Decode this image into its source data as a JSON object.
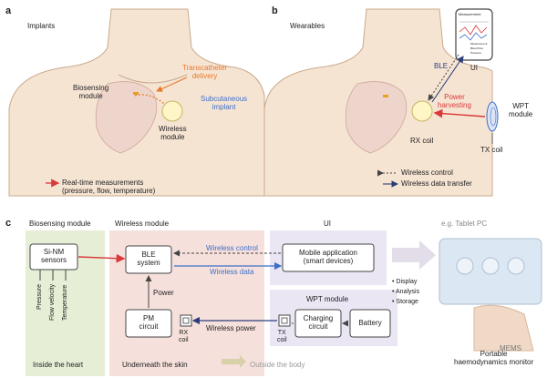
{
  "panel_a": {
    "letter": "a",
    "title": "Implants",
    "biosensing_module": "Biosensing\nmodule",
    "transcatheter_delivery": "Transcatheter\ndelivery",
    "subcutaneous_implant": "Subcutaneous\nimplant",
    "wireless_module": "Wireless\nmodule",
    "realtime_measurements": "Real-time measurements\n(pressure, flow, temperature)"
  },
  "panel_b": {
    "letter": "b",
    "title": "Wearables",
    "phone_screen_title": "Measurement",
    "phone_screen_items": [
      "Measurement",
      "Blood flow",
      "Pressure"
    ],
    "ui": "UI",
    "ble": "BLE",
    "power_harvesting": "Power\nharvesting",
    "wpt_module": "WPT\nmodule",
    "rx_coil": "RX coil",
    "tx_coil": "TX coil",
    "legend_control": "Wireless control",
    "legend_data": "Wireless data transfer"
  },
  "panel_c": {
    "letter": "c",
    "section_biosensing": "Biosensing module",
    "section_wireless": "Wireless module",
    "section_ui": "UI",
    "section_tablet": "e.g. Tablet PC",
    "sinm_sensors": "Si-NM\nsensors",
    "sensor_labels": [
      "Pressure",
      "Flow velocity",
      "Temperature"
    ],
    "ble_system": "BLE\nsystem",
    "wireless_control": "Wireless control",
    "wireless_data": "Wireless data",
    "mobile_app": "Mobile application\n(smart devices)",
    "power": "Power",
    "wpt_module": "WPT module",
    "pm_circuit": "PM\ncircuit",
    "rx_coil": "RX\ncoil",
    "wireless_power": "Wireless power",
    "tx_coil": "TX\ncoil",
    "charging_circuit": "Charging\ncircuit",
    "battery": "Battery",
    "ui_functions": [
      "Display",
      "Analysis",
      "Storage"
    ],
    "inside_heart": "Inside the heart",
    "underneath_skin": "Underneath the skin",
    "outside_body": "Outside the body",
    "portable_monitor": "Portable\nhaemodynamics monitor",
    "watermark": "MEMS"
  },
  "colors": {
    "red": "#d93939",
    "orange": "#e8782a",
    "blue": "#3d6fc7",
    "navy": "#2c3e7a",
    "green_bg": "#e6efd6",
    "pink_bg": "#f6e0dc",
    "lavender_bg": "#ebe6f3",
    "skin": "#f6e4d3"
  }
}
